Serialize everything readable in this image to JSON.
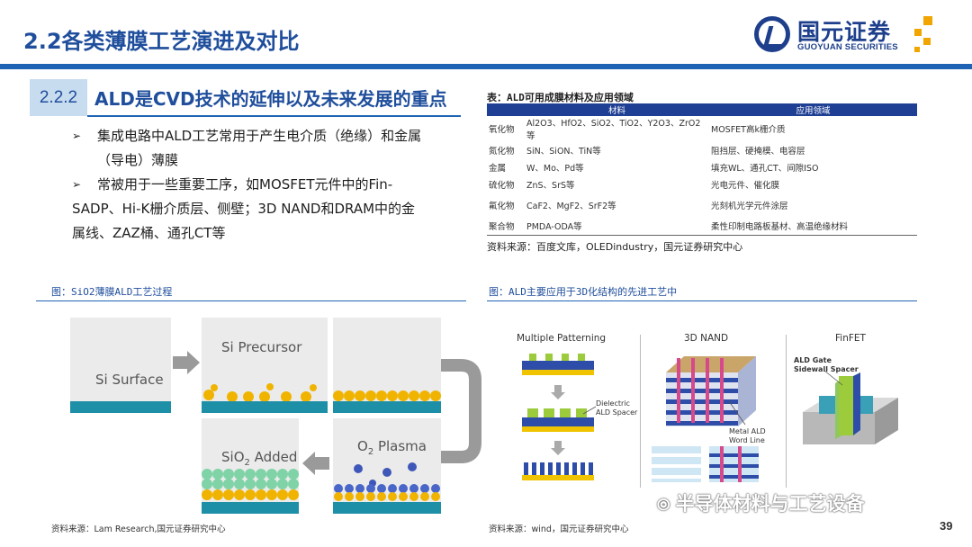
{
  "header": {
    "title": "2.2各类薄膜工艺演进及对比",
    "logo_cn": "国元证券",
    "logo_en": "GUOYUAN SECURITIES",
    "brand_color": "#1e3f8c",
    "accent_color": "#f0a500"
  },
  "section": {
    "number": "2.2.2",
    "title": "ALD是CVD技术的延伸以及未来发展的重点"
  },
  "bullets": [
    {
      "line1": "集成电路中ALD工艺常用于产生电介质（绝缘）和金属",
      "line2": "（导电）薄膜"
    },
    {
      "line1": "常被用于一些重要工序，如MOSFET元件中的Fin-",
      "line2": "SADP、Hi-K栅介质层、侧壁；3D NAND和DRAM中的金",
      "line3": "属线、ZAZ桶、通孔CT等"
    }
  ],
  "table": {
    "caption": "表：ALD可用成膜材料及应用领域",
    "headers": [
      "",
      "材料",
      "应用领域"
    ],
    "rows": [
      {
        "type": "氧化物",
        "materials": "Al2O3、HfO2、SiO2、TiO2、Y2O3、ZrO2等",
        "applications": "MOSFET高k栅介质"
      },
      {
        "type": "氮化物",
        "materials": "SiN、SiON、TiN等",
        "applications": "阻挡层、硬掩模、电容层"
      },
      {
        "type": "金属",
        "materials": "W、Mo、Pd等",
        "applications": "填充WL、通孔CT、间隙ISO"
      },
      {
        "type": "硫化物",
        "materials": "ZnS、SrS等",
        "applications": "光电元件、催化膜"
      },
      {
        "type": "氟化物",
        "materials": "CaF2、MgF2、SrF2等",
        "applications": "光刻机光学元件涂层"
      },
      {
        "type": "聚合物",
        "materials": "PMDA-ODA等",
        "applications": "柔性印制电路板基材、高温绝缘材料"
      }
    ],
    "source": "资料来源：百度文库，OLEDindustry，国元证券研究中心"
  },
  "figures": {
    "left_caption": "图：SiO2薄膜ALD工艺过程",
    "right_caption": "图：ALD主要应用于3D化结构的先进工艺中",
    "left_source": "资料来源：Lam Research,国元证券研究中心",
    "right_source": "资料来源：wind，国元证券研究中心"
  },
  "ald_process": {
    "step1": "Si Surface",
    "step2": "Si Precursor",
    "step3_o2": "O",
    "step3_sub": "2",
    "step3_rest": " Plasma",
    "step4_si": "SiO",
    "step4_sub": "2",
    "step4_rest": " Added"
  },
  "applications_figure": {
    "col1": "Multiple Patterning",
    "col2": "3D NAND",
    "col3": "FinFET",
    "dielectric_label_1": "Dielectric",
    "dielectric_label_2": "ALD Spacer",
    "metal_label_1": "Metal ALD",
    "metal_label_2": "Word Line",
    "gate_label_1": "ALD Gate",
    "gate_label_2": "Sidewall Spacer"
  },
  "watermark": "半导体材料与工艺设备",
  "page_number": "39"
}
